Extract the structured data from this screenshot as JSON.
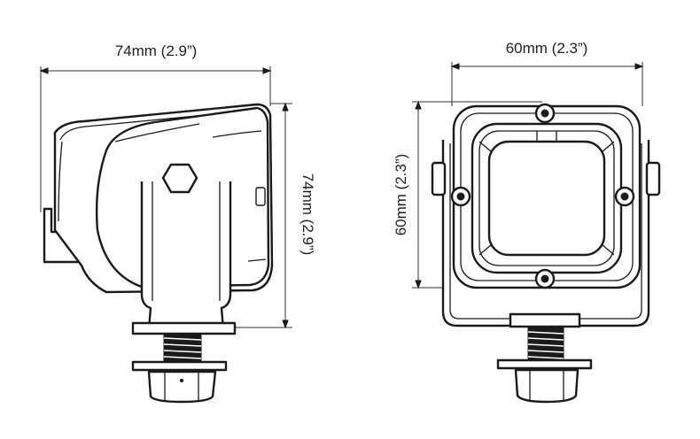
{
  "side_view": {
    "width_label": "74mm (2.9”)",
    "height_label": "74mm (2.9”)"
  },
  "front_view": {
    "width_label": "60mm (2.3”)",
    "height_label": "60mm (2.3”)"
  }
}
